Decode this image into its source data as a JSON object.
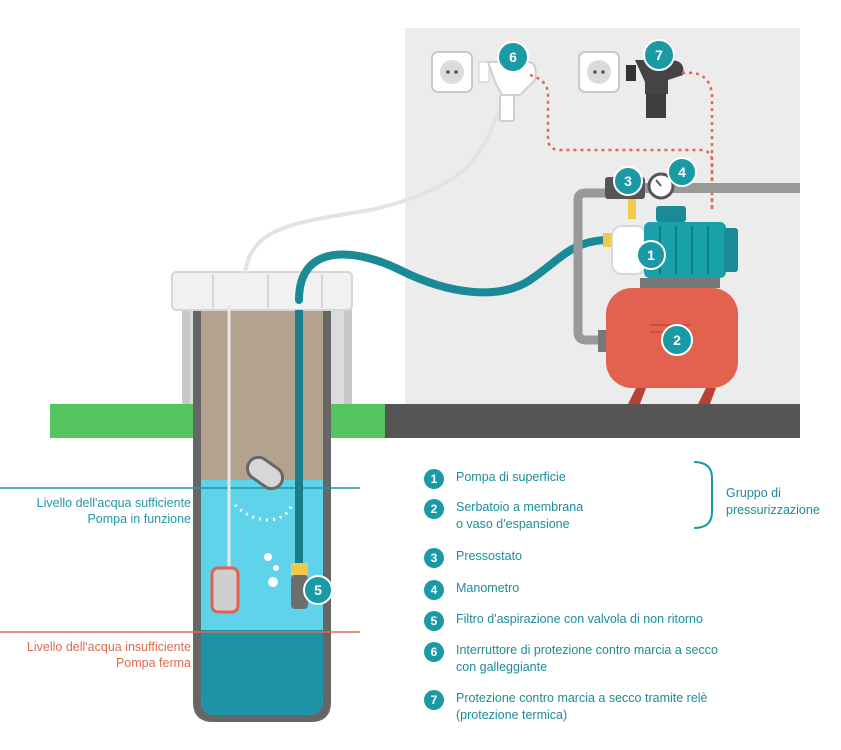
{
  "badges": [
    "1",
    "2",
    "3",
    "4",
    "5",
    "6",
    "7"
  ],
  "water_levels": {
    "sufficient": {
      "line1": "Livello dell'acqua sufficiente",
      "line2": "Pompa in funzione"
    },
    "insufficient": {
      "line1": "Livello dell'acqua insufficiente",
      "line2": "Pompa ferma"
    }
  },
  "legend": [
    {
      "num": "1",
      "text": "Pompa di superficie"
    },
    {
      "num": "2",
      "text": "Serbatoio a membrana\no vaso d'espansione"
    },
    {
      "num": "3",
      "text": "Pressostato"
    },
    {
      "num": "4",
      "text": "Manometro"
    },
    {
      "num": "5",
      "text": "Filtro d'aspirazione con valvola di non ritorno"
    },
    {
      "num": "6",
      "text": "Interruttore di protezione contro marcia a secco\ncon galleggiante"
    },
    {
      "num": "7",
      "text": "Protezione contro marcia a secco tramite relè\n(protezione termica)"
    }
  ],
  "group_label": "Gruppo di\npressurizzazione",
  "colors": {
    "teal": "#1a9aa4",
    "water": "#5ed3ea",
    "tank_red": "#e3624f",
    "ground_green": "#54c55e",
    "floor_gray": "#555555"
  }
}
